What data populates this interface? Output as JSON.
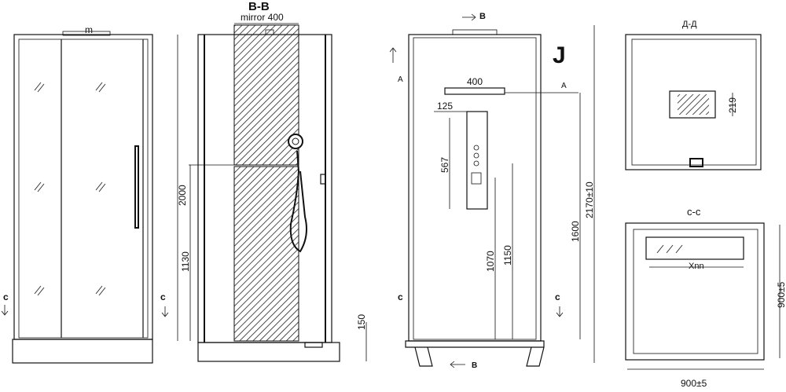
{
  "section_bb": {
    "title": "B-B",
    "mirror_label": "mirror 400",
    "dim_total_height": "2000",
    "dim_handle_height": "1130",
    "dim_tray_height": "150",
    "cut_label": "c"
  },
  "front": {
    "top_label": "m",
    "cut_label": "c"
  },
  "back_view": {
    "view_label": "J",
    "section_b_top": "B",
    "section_b_bottom": "B",
    "section_a": "A",
    "dim_panel_width": "400",
    "dim_panel_depth": "125",
    "dim_panel_height": "567",
    "dim_1070": "1070",
    "dim_1150": "1150",
    "dim_1600": "1600",
    "dim_overall": "2170±10",
    "cut_label": "c"
  },
  "section_dd": {
    "title": "Д-Д",
    "dim_219": "219"
  },
  "section_cc": {
    "title": "c-c",
    "dim_width": "900±5",
    "dim_depth": "900±5",
    "shelf_label": "Xnn"
  }
}
